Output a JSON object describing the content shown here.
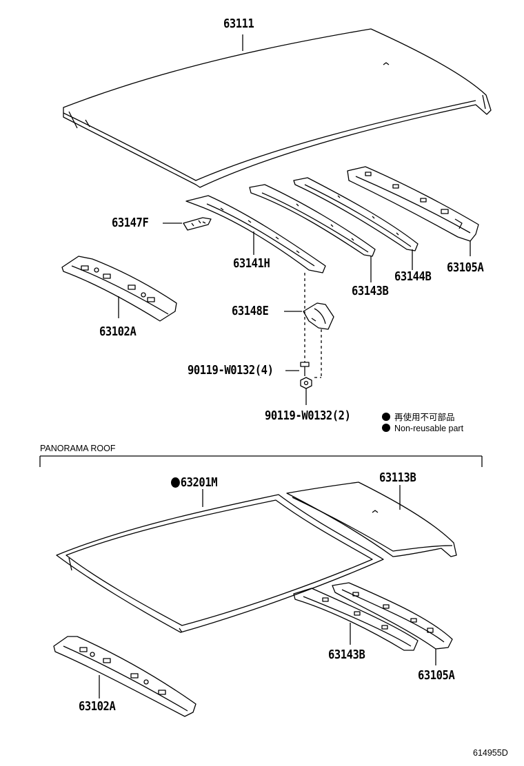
{
  "section_title": "PANORAMA ROOF",
  "illustration_id": "614955D",
  "legend": {
    "jp": "再使用不可部品",
    "en": "Non-reusable part"
  },
  "parts_top": {
    "roof_panel": "63111",
    "bracket_f": "63147F",
    "bow_h": "63141H",
    "bow_b": "63143B",
    "bow_b2": "63144B",
    "rail_a": "63105A",
    "front_rail": "63102A",
    "bracket_e": "63148E",
    "bolt": "90119-W0132(4)",
    "nut": "90119-W0132(2)"
  },
  "parts_bottom": {
    "glass": "63201M",
    "roof_panel": "63113B",
    "bow_b": "63143B",
    "rail_a": "63105A",
    "front_rail": "63102A"
  }
}
